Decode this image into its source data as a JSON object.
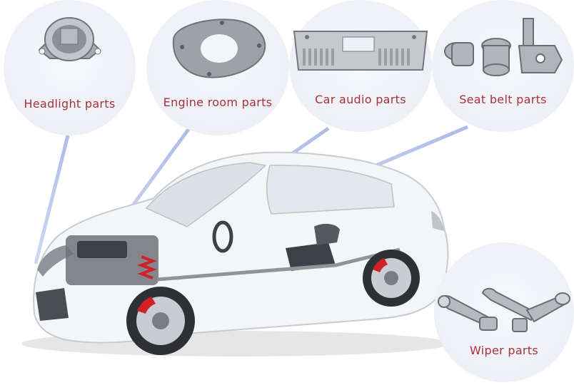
{
  "colors": {
    "label": "#a8323a",
    "bubble": "#eef0f6",
    "beam": "#aab8e6",
    "metal": "#b9bcc2",
    "brake": "#d0202a"
  },
  "callouts": {
    "headlight": {
      "label": "Headlight parts",
      "icon": "headlight-bracket-icon"
    },
    "engine": {
      "label": "Engine room parts",
      "icon": "engine-plate-icon"
    },
    "audio": {
      "label": "Car audio parts",
      "icon": "audio-chassis-icon"
    },
    "seatbelt": {
      "label": "Seat belt parts",
      "icon": "seatbelt-fittings-icon"
    },
    "wiper": {
      "label": "Wiper parts",
      "icon": "wiper-pivot-icon"
    }
  }
}
